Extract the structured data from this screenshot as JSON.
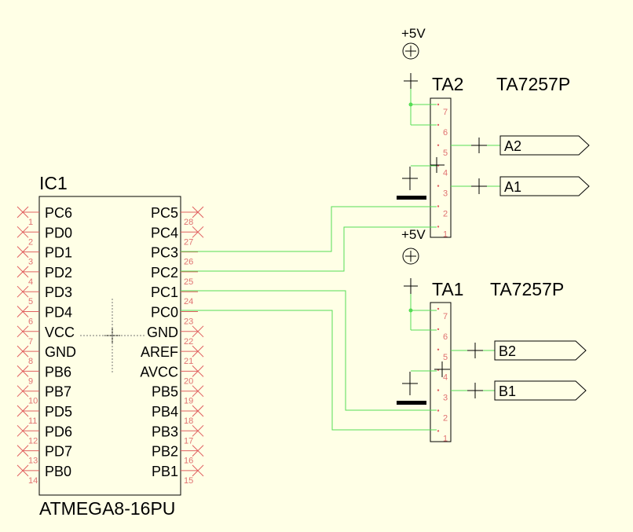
{
  "ic1": {
    "ref": "IC1",
    "part": "ATMEGA8-16PU",
    "left_pins": [
      {
        "num": "1",
        "name": "PC6"
      },
      {
        "num": "2",
        "name": "PD0"
      },
      {
        "num": "3",
        "name": "PD1"
      },
      {
        "num": "4",
        "name": "PD2"
      },
      {
        "num": "5",
        "name": "PD3"
      },
      {
        "num": "6",
        "name": "PD4"
      },
      {
        "num": "7",
        "name": "VCC"
      },
      {
        "num": "8",
        "name": "GND"
      },
      {
        "num": "9",
        "name": "PB6"
      },
      {
        "num": "10",
        "name": "PB7"
      },
      {
        "num": "11",
        "name": "PD5"
      },
      {
        "num": "12",
        "name": "PD6"
      },
      {
        "num": "13",
        "name": "PD7"
      },
      {
        "num": "14",
        "name": "PB0"
      }
    ],
    "right_pins": [
      {
        "num": "28",
        "name": "PC5"
      },
      {
        "num": "27",
        "name": "PC4"
      },
      {
        "num": "26",
        "name": "PC3"
      },
      {
        "num": "25",
        "name": "PC2"
      },
      {
        "num": "24",
        "name": "PC1"
      },
      {
        "num": "23",
        "name": "PC0"
      },
      {
        "num": "22",
        "name": "GND"
      },
      {
        "num": "21",
        "name": "AREF"
      },
      {
        "num": "20",
        "name": "AVCC"
      },
      {
        "num": "19",
        "name": "PB5"
      },
      {
        "num": "18",
        "name": "PB4"
      },
      {
        "num": "17",
        "name": "PB3"
      },
      {
        "num": "16",
        "name": "PB2"
      },
      {
        "num": "15",
        "name": "PB1"
      }
    ]
  },
  "ta2": {
    "ref": "TA2",
    "part": "TA7257P",
    "supply": "+5V",
    "pins": [
      "7",
      "6",
      "5",
      "4",
      "3",
      "2",
      "1"
    ],
    "outputs": [
      "A2",
      "A1"
    ]
  },
  "ta1": {
    "ref": "TA1",
    "part": "TA7257P",
    "supply": "+5V",
    "pins": [
      "7",
      "6",
      "5",
      "4",
      "3",
      "2",
      "1"
    ],
    "outputs": [
      "B2",
      "B1"
    ]
  },
  "colors": {
    "background": "#ffffe6",
    "wire": "#55dd55",
    "pin_marker": "#e06060",
    "outline": "#000000"
  }
}
